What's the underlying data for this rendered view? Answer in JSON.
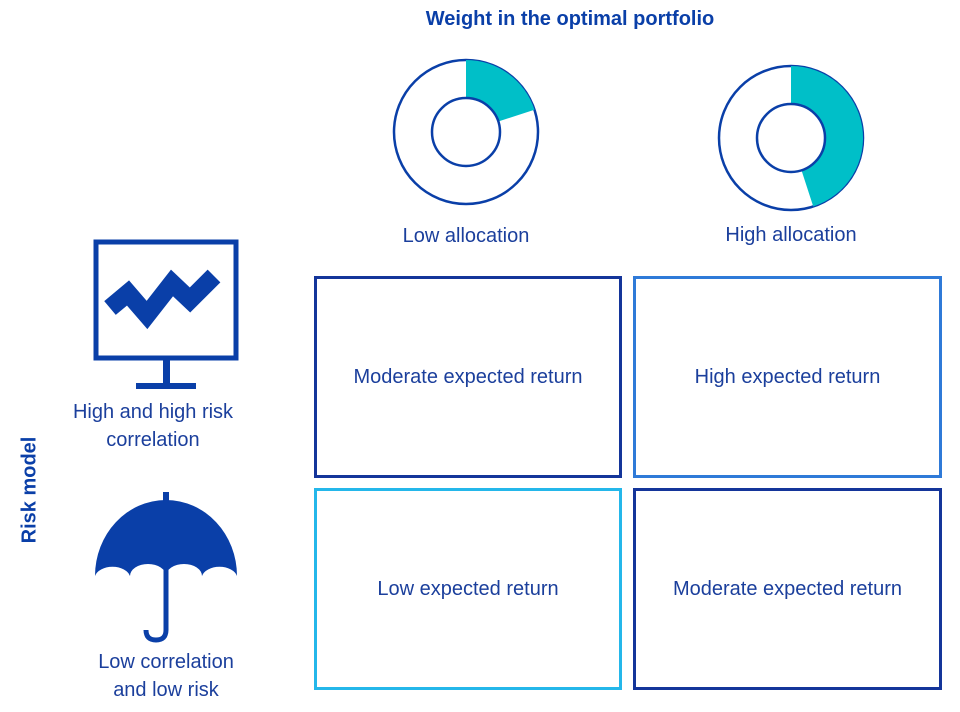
{
  "title": "Weight in the optimal portfolio",
  "axis_label": "Risk model",
  "columns": [
    {
      "label": "Low allocation",
      "share": 0.2
    },
    {
      "label": "High allocation",
      "share": 0.45
    }
  ],
  "rows": [
    {
      "label_line1": "High and high risk",
      "label_line2": "correlation",
      "icon": "chart-monitor-icon"
    },
    {
      "label_line1": "Low correlation",
      "label_line2": "and low risk",
      "icon": "umbrella-icon"
    }
  ],
  "cells": [
    [
      "Moderate expected return",
      "High expected return"
    ],
    [
      "Low expected return",
      "Moderate expected return"
    ]
  ],
  "colors": {
    "title": "#0a3fa8",
    "text": "#1b3f9c",
    "ring": "#0a3fa8",
    "segment": "#00bfc8",
    "icon": "#0a3fa8",
    "cell_dark": "#14359a",
    "cell_mid": "#2f7ad8",
    "cell_light": "#24b7ea"
  }
}
